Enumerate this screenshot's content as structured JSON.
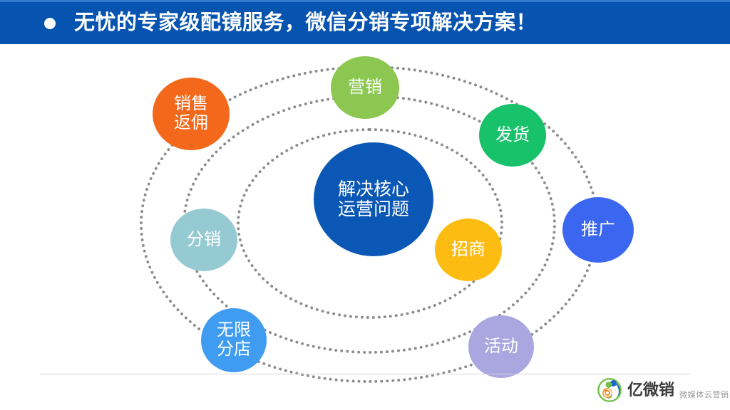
{
  "header": {
    "bullet_icon": "bullet-dot-icon",
    "title": "无忧的专家级配镜服务，微信分销专项解决方案！",
    "background_color": "#0653b0",
    "text_color": "#ffffff"
  },
  "diagram": {
    "center": {
      "label_line1": "解决核心",
      "label_line2": "运营问题",
      "color": "#0b57b5"
    },
    "rings": [
      {
        "name": "outer-orbit-ring",
        "style": "dotted",
        "color": "#8c8c8c"
      },
      {
        "name": "middle-orbit-ring",
        "style": "dotted",
        "color": "#8c8c8c"
      },
      {
        "name": "inner-orbit-ring",
        "style": "dotted",
        "color": "#8c8c8c"
      }
    ],
    "nodes": [
      {
        "id": "sales",
        "label_line1": "销售",
        "label_line2": "返佣",
        "color": "#f4681b"
      },
      {
        "id": "marketing",
        "label_line1": "营销",
        "label_line2": "",
        "color": "#8cc751"
      },
      {
        "id": "shipping",
        "label_line1": "发货",
        "label_line2": "",
        "color": "#17c26a"
      },
      {
        "id": "promotion",
        "label_line1": "推广",
        "label_line2": "",
        "color": "#3a66f0"
      },
      {
        "id": "investment",
        "label_line1": "招商",
        "label_line2": "",
        "color": "#fcbc11"
      },
      {
        "id": "distribution",
        "label_line1": "分销",
        "label_line2": "",
        "color": "#96cad3"
      },
      {
        "id": "stores",
        "label_line1": "无限",
        "label_line2": "分店",
        "color": "#3f9cf0"
      },
      {
        "id": "activity",
        "label_line1": "活动",
        "label_line2": "",
        "color": "#a9a6e0"
      }
    ]
  },
  "footer": {
    "logo_icon": "company-logo-icon",
    "brand_name": "亿微销",
    "tagline": "微媒体云营销",
    "divider_color": "#d3d3d3"
  }
}
